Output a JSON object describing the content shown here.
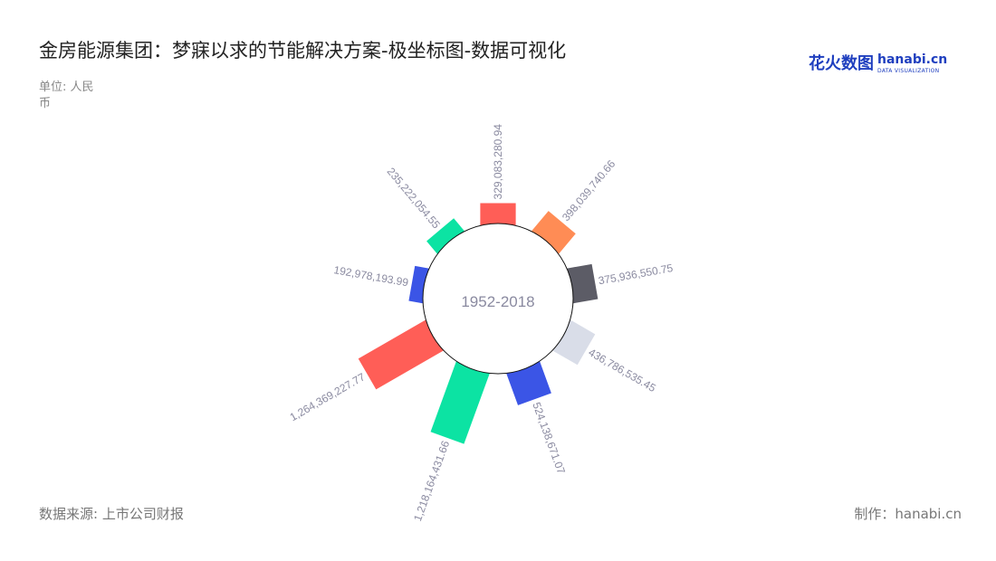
{
  "header": {
    "title": "金房能源集团：梦寐以求的节能解决方案-极坐标图-数据可视化",
    "unit": "单位: 人民币"
  },
  "logo": {
    "cn": "花火数图",
    "en": "hanabi.cn",
    "sub": "DATA VISUALIZATION"
  },
  "footer": {
    "source": "数据来源: 上市公司财报",
    "credit": "制作：hanabi.cn"
  },
  "chart_data": {
    "type": "bar",
    "polar": true,
    "center_label": "1952-2018",
    "values": [
      329083280.94,
      398039740.66,
      375936550.75,
      436786535.45,
      524138671.07,
      1218164431.66,
      1264369227.77,
      192978193.99,
      235222054.55
    ],
    "labels": [
      "329,083,280.94",
      "398,039,740.66",
      "375,936,550.75",
      "436,786,535.45",
      "524,138,671.07",
      "1,218,164,431.66",
      "1,264,369,227.77",
      "192,978,193.99",
      "235,222,054.55"
    ],
    "colors": [
      "#ff5e57",
      "#ff8c55",
      "#5c5c66",
      "#d9dde8",
      "#3b55e6",
      "#0ce3a3",
      "#ff5e57",
      "#3b55e6",
      "#0ce3a3"
    ],
    "label_color": "#8a8aa0"
  }
}
